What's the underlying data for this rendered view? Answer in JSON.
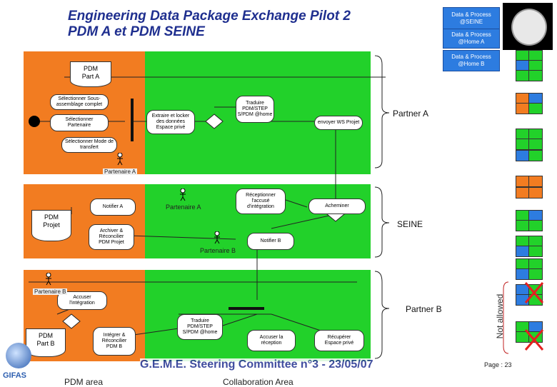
{
  "title_line1": "Engineering Data Package Exchange Pilot 2",
  "title_line2": "PDM A et PDM SEINE",
  "legend": {
    "seine": "Data & Process\n@SEINE",
    "home_a": "Data & Process\n@Home A",
    "home_b": "Data & Process\n@Home B"
  },
  "doc_pdm_part_a": "PDM\nPart A",
  "doc_pdm_projet": "PDM\nProjet",
  "doc_pdm_part_b": "PDM\nPart B",
  "activities": {
    "select_sous_ensemble": "Sélectionner Sous-\nassemblage complet",
    "select_partenaire": "Sélectionner\nPartenaire",
    "extraire": "Extraire et locker\ndes données\nEspace privé",
    "traduire_a": "Traduire\nPDM/STEP\nS/PDM @home",
    "envoyer": "envoyer WS Projet",
    "select_mode": "Sélectionner Mode de\ntransfert",
    "notifier_a": "Notifier A",
    "receptionner": "Réceptionner\nl'accusé\nd'intégration",
    "acheminer": "Acheminer",
    "archiver": "Archiver &\nRéconcilier\nPDM Projet",
    "notifier_b": "Notifier B",
    "accuser": "Accuser\nl'intégration",
    "integrer": "Intégrer &\nRéconcilier\nPDM B",
    "traduire_b": "Traduire\nPDM/STEP\nS/PDM @home",
    "accuser_reception": "Accuser la\nréception",
    "recuperer": "Récupérer\nEspace privé"
  },
  "actors": {
    "partenaire_a1": "Partenaire A",
    "partenaire_a2": "Partenaire A",
    "partenaire_b1": "Partenaire B",
    "partenaire_b2": "Partenaire B"
  },
  "side_labels": {
    "partner_a": "Partner A",
    "seine": "SEINE",
    "partner_b": "Partner B",
    "not_allowed": "Not allowed"
  },
  "footer": {
    "committee": "G.E.M.E. Steering Committee n°3 - 23/05/07",
    "page": "Page : 23",
    "pdm_area": "PDM area",
    "collab_area": "Collaboration Area",
    "gifas": "GIFAS"
  },
  "colors": {
    "orange": "#f27c21",
    "green": "#22d12a",
    "blue": "#2d7ce0",
    "title": "#1f2f8f",
    "cross": "#e52020"
  }
}
